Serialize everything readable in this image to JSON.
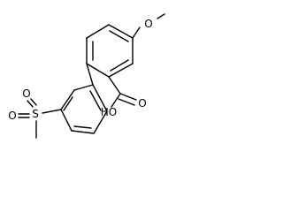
{
  "structure": {
    "atom_labels": {
      "methoxy_oxygen": "O",
      "hydroxyl": "HO",
      "carbonyl_oxygen": "O",
      "sulfur": "S",
      "sulfonyl_oxygen_top": "O",
      "sulfonyl_oxygen_bottom": "O"
    }
  }
}
